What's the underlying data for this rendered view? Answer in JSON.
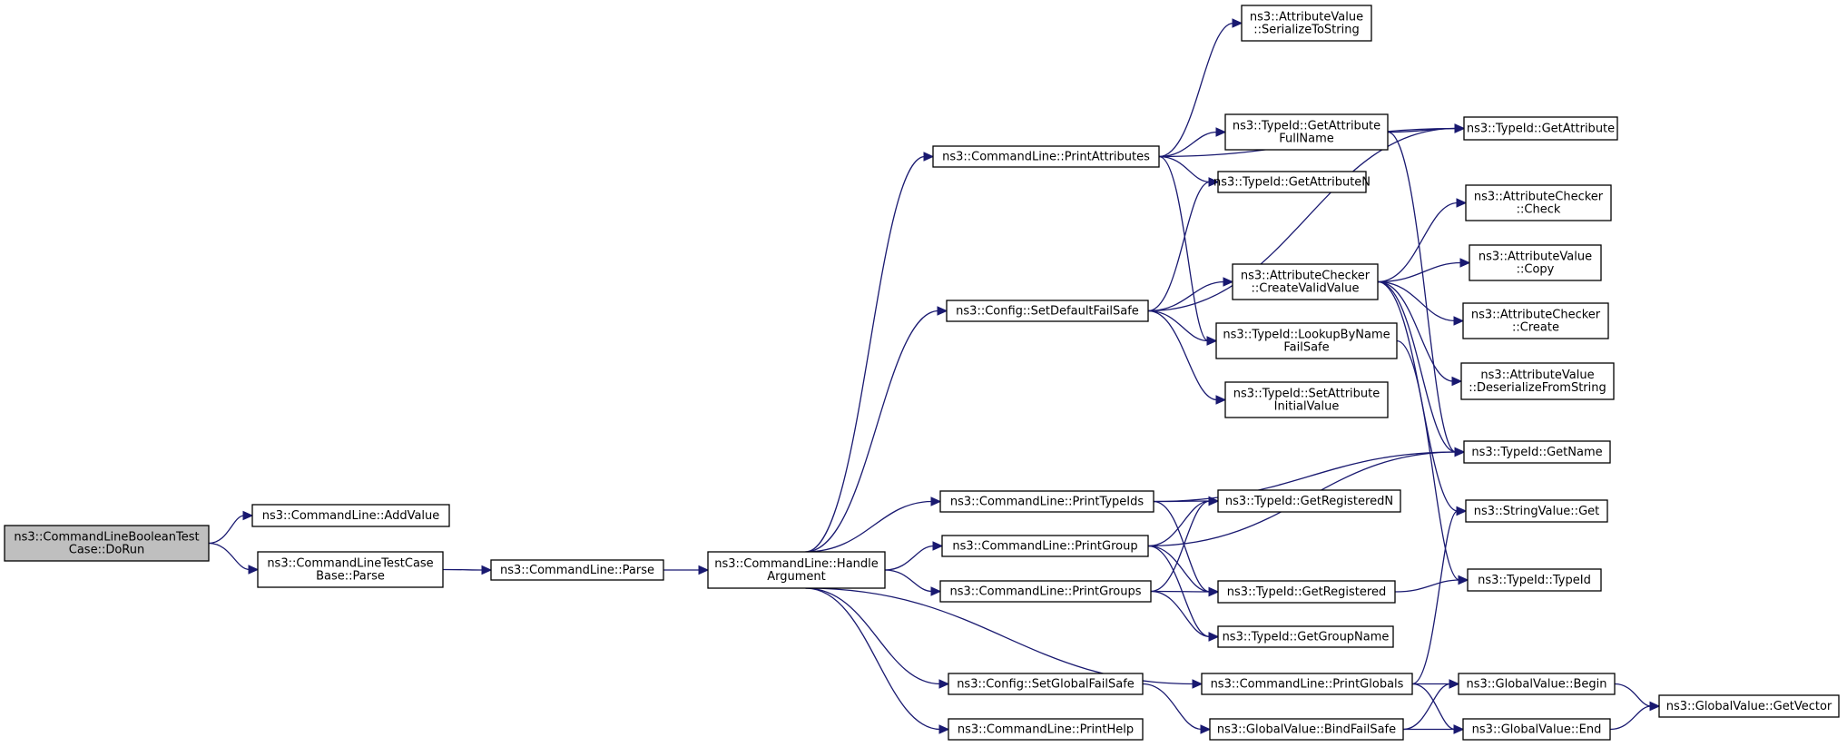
{
  "diagram": {
    "type": "call-graph",
    "colors": {
      "edge": "#191970",
      "root_fill": "#bfbfbf",
      "node_fill": "#ffffff",
      "border": "#000000"
    },
    "nodes": [
      {
        "id": "dorun",
        "lines": [
          "ns3::CommandLineBooleanTest",
          "Case::DoRun"
        ],
        "root": true
      },
      {
        "id": "addvalue",
        "lines": [
          "ns3::CommandLine::AddValue"
        ]
      },
      {
        "id": "tcparse",
        "lines": [
          "ns3::CommandLineTestCase",
          "Base::Parse"
        ]
      },
      {
        "id": "parse",
        "lines": [
          "ns3::CommandLine::Parse"
        ]
      },
      {
        "id": "handlearg",
        "lines": [
          "ns3::CommandLine::Handle",
          "Argument"
        ]
      },
      {
        "id": "printattrs",
        "lines": [
          "ns3::CommandLine::PrintAttributes"
        ]
      },
      {
        "id": "setdefault",
        "lines": [
          "ns3::Config::SetDefaultFailSafe"
        ]
      },
      {
        "id": "printtypeids",
        "lines": [
          "ns3::CommandLine::PrintTypeIds"
        ]
      },
      {
        "id": "printgroup",
        "lines": [
          "ns3::CommandLine::PrintGroup"
        ]
      },
      {
        "id": "printgroups",
        "lines": [
          "ns3::CommandLine::PrintGroups"
        ]
      },
      {
        "id": "setglobal",
        "lines": [
          "ns3::Config::SetGlobalFailSafe"
        ]
      },
      {
        "id": "printhelp",
        "lines": [
          "ns3::CommandLine::PrintHelp"
        ]
      },
      {
        "id": "printglobals",
        "lines": [
          "ns3::CommandLine::PrintGlobals"
        ]
      },
      {
        "id": "serialize",
        "lines": [
          "ns3::AttributeValue",
          "::SerializeToString"
        ]
      },
      {
        "id": "getattrfull",
        "lines": [
          "ns3::TypeId::GetAttribute",
          "FullName"
        ]
      },
      {
        "id": "getattrn",
        "lines": [
          "ns3::TypeId::GetAttributeN"
        ]
      },
      {
        "id": "createvalid",
        "lines": [
          "ns3::AttributeChecker",
          "::CreateValidValue"
        ]
      },
      {
        "id": "lookup",
        "lines": [
          "ns3::TypeId::LookupByName",
          "FailSafe"
        ]
      },
      {
        "id": "setattrinit",
        "lines": [
          "ns3::TypeId::SetAttribute",
          "InitialValue"
        ]
      },
      {
        "id": "getregn",
        "lines": [
          "ns3::TypeId::GetRegisteredN"
        ]
      },
      {
        "id": "getreg",
        "lines": [
          "ns3::TypeId::GetRegistered"
        ]
      },
      {
        "id": "getgroup",
        "lines": [
          "ns3::TypeId::GetGroupName"
        ]
      },
      {
        "id": "bindfs",
        "lines": [
          "ns3::GlobalValue::BindFailSafe"
        ]
      },
      {
        "id": "getattr",
        "lines": [
          "ns3::TypeId::GetAttribute"
        ]
      },
      {
        "id": "check",
        "lines": [
          "ns3::AttributeChecker",
          "::Check"
        ]
      },
      {
        "id": "copy",
        "lines": [
          "ns3::AttributeValue",
          "::Copy"
        ]
      },
      {
        "id": "create",
        "lines": [
          "ns3::AttributeChecker",
          "::Create"
        ]
      },
      {
        "id": "deser",
        "lines": [
          "ns3::AttributeValue",
          "::DeserializeFromString"
        ]
      },
      {
        "id": "getname",
        "lines": [
          "ns3::TypeId::GetName"
        ]
      },
      {
        "id": "strget",
        "lines": [
          "ns3::StringValue::Get"
        ]
      },
      {
        "id": "typeid",
        "lines": [
          "ns3::TypeId::TypeId"
        ]
      },
      {
        "id": "gvbegin",
        "lines": [
          "ns3::GlobalValue::Begin"
        ]
      },
      {
        "id": "gvend",
        "lines": [
          "ns3::GlobalValue::End"
        ]
      },
      {
        "id": "gvvec",
        "lines": [
          "ns3::GlobalValue::GetVector"
        ]
      }
    ],
    "edges": [
      [
        "dorun",
        "addvalue"
      ],
      [
        "dorun",
        "tcparse"
      ],
      [
        "tcparse",
        "parse"
      ],
      [
        "parse",
        "handlearg"
      ],
      [
        "handlearg",
        "printattrs"
      ],
      [
        "handlearg",
        "setdefault"
      ],
      [
        "handlearg",
        "printtypeids"
      ],
      [
        "handlearg",
        "printgroup"
      ],
      [
        "handlearg",
        "printgroups"
      ],
      [
        "handlearg",
        "setglobal"
      ],
      [
        "handlearg",
        "printhelp"
      ],
      [
        "handlearg",
        "printglobals"
      ],
      [
        "printattrs",
        "serialize"
      ],
      [
        "printattrs",
        "getattr"
      ],
      [
        "printattrs",
        "getattrfull"
      ],
      [
        "printattrs",
        "getattrn"
      ],
      [
        "printattrs",
        "lookup"
      ],
      [
        "getattrfull",
        "getattr"
      ],
      [
        "getattrfull",
        "getname"
      ],
      [
        "setdefault",
        "getattrn"
      ],
      [
        "setdefault",
        "getattr"
      ],
      [
        "setdefault",
        "createvalid"
      ],
      [
        "setdefault",
        "lookup"
      ],
      [
        "setdefault",
        "setattrinit"
      ],
      [
        "createvalid",
        "check"
      ],
      [
        "createvalid",
        "copy"
      ],
      [
        "createvalid",
        "create"
      ],
      [
        "createvalid",
        "deser"
      ],
      [
        "createvalid",
        "getname"
      ],
      [
        "createvalid",
        "strget"
      ],
      [
        "lookup",
        "typeid"
      ],
      [
        "printtypeids",
        "getname"
      ],
      [
        "printtypeids",
        "getregn"
      ],
      [
        "printtypeids",
        "getreg"
      ],
      [
        "printgroup",
        "getregn"
      ],
      [
        "printgroup",
        "getreg"
      ],
      [
        "printgroup",
        "getname"
      ],
      [
        "printgroup",
        "getgroup"
      ],
      [
        "printgroups",
        "getregn"
      ],
      [
        "printgroups",
        "getreg"
      ],
      [
        "printgroups",
        "getgroup"
      ],
      [
        "getreg",
        "typeid"
      ],
      [
        "printglobals",
        "strget"
      ],
      [
        "printglobals",
        "gvbegin"
      ],
      [
        "printglobals",
        "gvend"
      ],
      [
        "setglobal",
        "bindfs"
      ],
      [
        "bindfs",
        "gvbegin"
      ],
      [
        "bindfs",
        "gvend"
      ],
      [
        "gvbegin",
        "gvvec"
      ],
      [
        "gvend",
        "gvvec"
      ]
    ]
  }
}
